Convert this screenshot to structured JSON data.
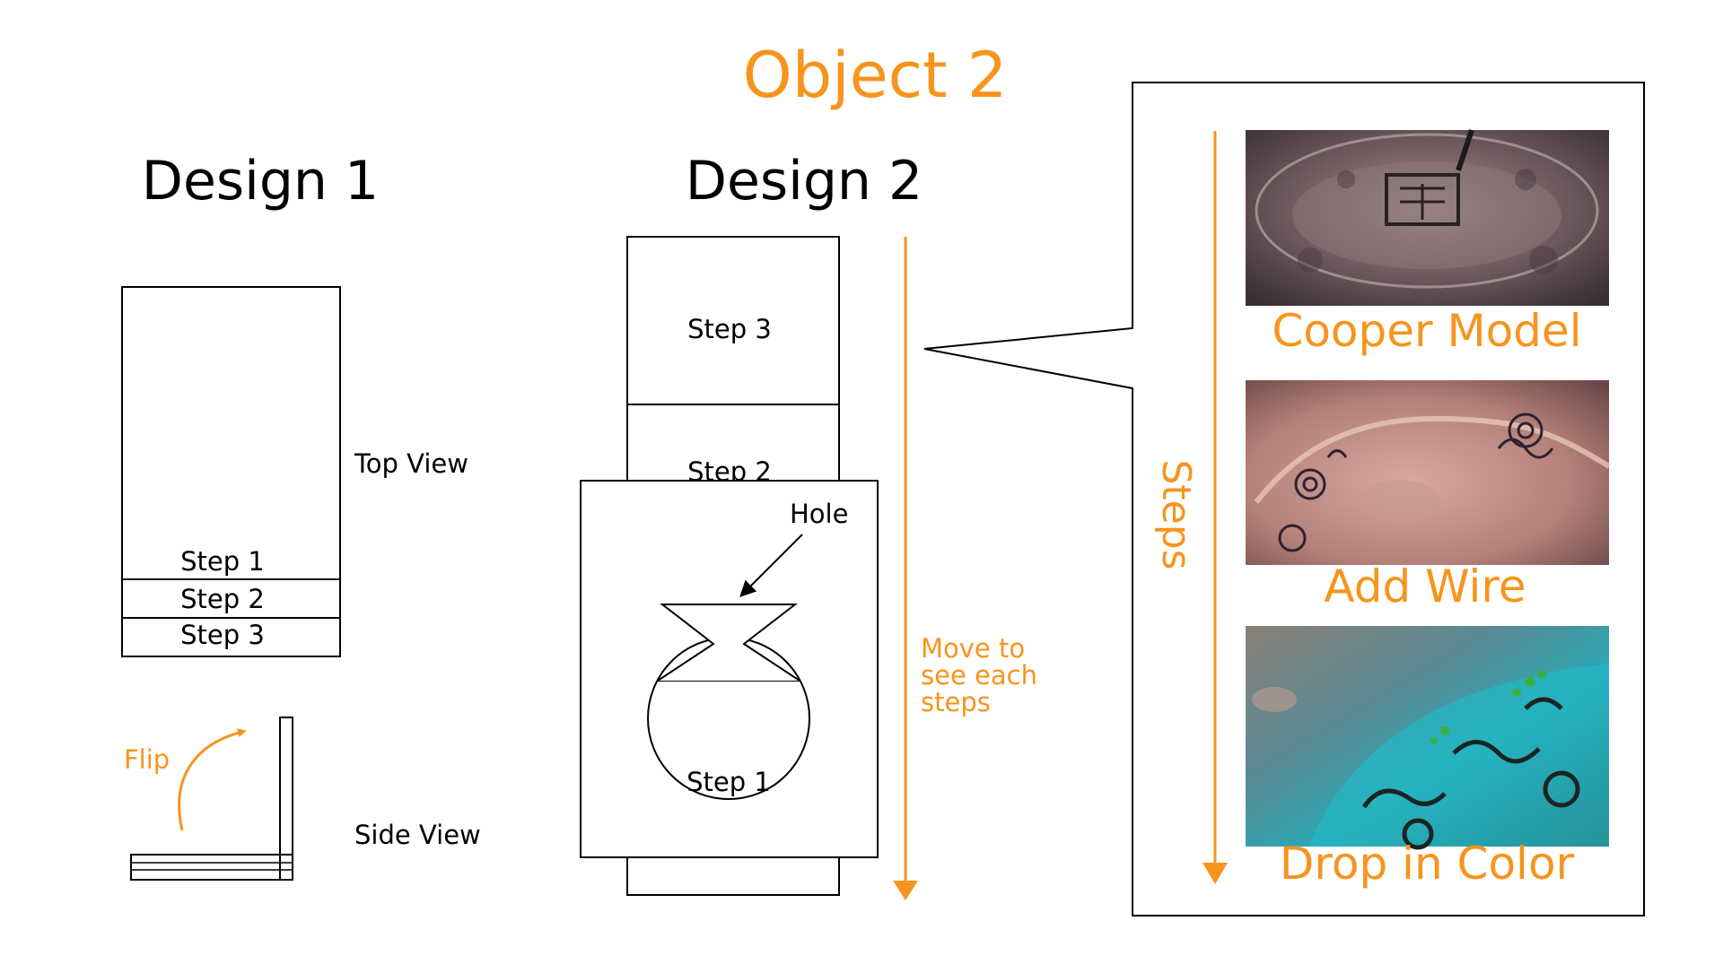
{
  "title": "Object 2",
  "accent_color": "#F7941D",
  "design1": {
    "heading": "Design 1",
    "top_view_label": "Top View",
    "side_view_label": "Side View",
    "flip_label": "Flip",
    "steps": [
      "Step 1",
      "Step 2",
      "Step 3"
    ]
  },
  "design2": {
    "heading": "Design 2",
    "steps": [
      "Step 3",
      "Step 2",
      "Step 1"
    ],
    "hole_label": "Hole",
    "move_note": [
      "Move to",
      "see each",
      "steps"
    ]
  },
  "panel": {
    "steps_label": "Steps",
    "items": [
      {
        "caption": "Cooper Model",
        "photo": "copper-engraving-photo"
      },
      {
        "caption": "Add Wire",
        "photo": "wire-filigree-photo"
      },
      {
        "caption": "Drop in Color",
        "photo": "enamel-color-photo"
      }
    ]
  }
}
